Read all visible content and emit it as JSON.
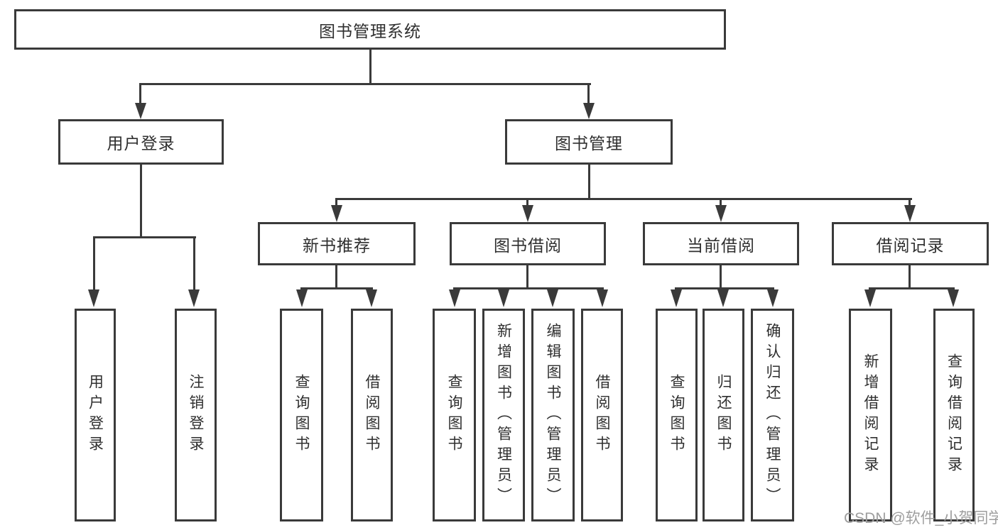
{
  "colors": {
    "line": "#3a3a3a",
    "text": "#2f2f2f",
    "box_background": "#ffffff",
    "watermark": "#9e9e9e"
  },
  "tree": {
    "root": {
      "label": "图书管理系统"
    },
    "level2": [
      {
        "label": "用户登录"
      },
      {
        "label": "图书管理"
      }
    ],
    "level3": [
      {
        "label": "新书推荐"
      },
      {
        "label": "图书借阅"
      },
      {
        "label": "当前借阅"
      },
      {
        "label": "借阅记录"
      }
    ],
    "leaves": {
      "user_login": [
        {
          "label": "用户登录"
        },
        {
          "label": "注销登录"
        }
      ],
      "new_book_recommend": [
        {
          "label": "查询图书"
        },
        {
          "label": "借阅图书"
        }
      ],
      "book_borrow": [
        {
          "label": "查询图书"
        },
        {
          "label": "新增图书（管理员）"
        },
        {
          "label": "编辑图书（管理员）"
        },
        {
          "label": "借阅图书"
        }
      ],
      "current_borrow": [
        {
          "label": "查询图书"
        },
        {
          "label": "归还图书"
        },
        {
          "label": "确认归还（管理员）"
        }
      ],
      "borrow_records": [
        {
          "label": "新增借阅记录"
        },
        {
          "label": "查询借阅记录"
        }
      ]
    }
  },
  "watermark": {
    "text": "CSDN @软件_小贺同学"
  }
}
